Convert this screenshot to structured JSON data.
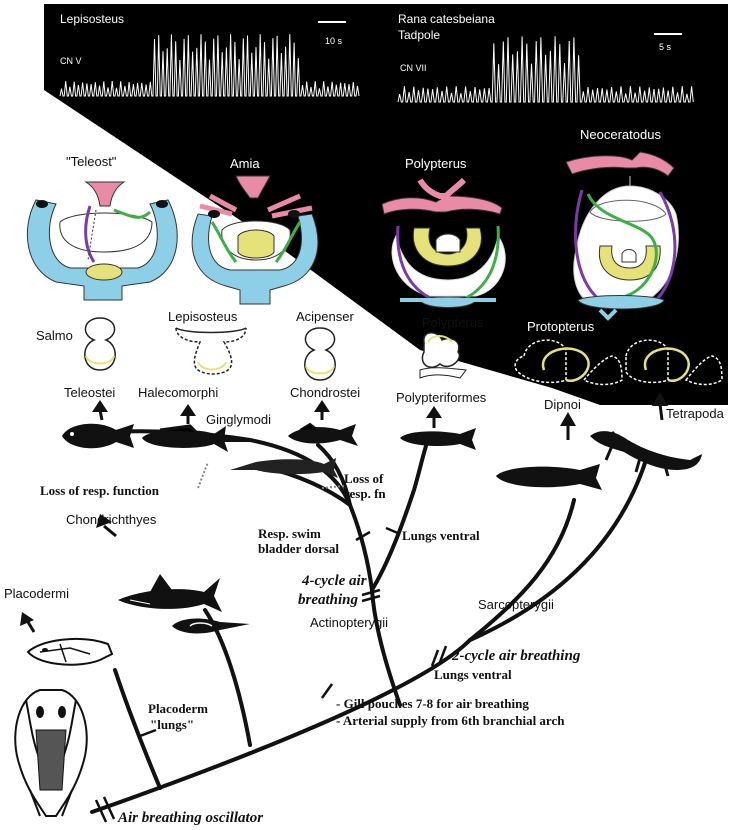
{
  "traces": {
    "left_title": "Lepisosteus",
    "left_nerve": "CN V",
    "left_scale": "10 s",
    "right_title_1": "Rana catesbeiana",
    "right_title_2": "Tadpole",
    "right_nerve": "CN VII",
    "right_scale": "5 s"
  },
  "hearts": {
    "teleost": "\"Teleost\"",
    "amia": "Amia",
    "polypterus": "Polypterus",
    "neoceratodus": "Neoceratodus"
  },
  "lungs": {
    "salmo": "Salmo",
    "lepisosteus": "Lepisosteus",
    "acipenser": "Acipenser",
    "polypterus": "Polypterus",
    "protopterus": "Protopterus"
  },
  "taxa": {
    "teleostei": "Teleostei",
    "halecomorphi": "Halecomorphi",
    "ginglymodi": "Ginglymodi",
    "chondrostei": "Chondrostei",
    "polypteriformes": "Polypteriformes",
    "dipnoi": "Dipnoi",
    "tetrapoda": "Tetrapoda",
    "chondrichthyes": "Chondrichthyes",
    "placodermi": "Placodermi",
    "actinopterygii": "Actinopterygii",
    "sarcopterygii": "Sarcopterygii"
  },
  "events": {
    "loss_resp_function": "Loss of resp. function",
    "loss_of": "Loss of",
    "resp_fn": "resp. fn",
    "resp_swim": "Resp. swim",
    "bladder_dorsal": "bladder dorsal",
    "lungs_ventral_1": "Lungs ventral",
    "four_cycle_1": "4-cycle air",
    "four_cycle_2": "breathing",
    "two_cycle": "2-cycle air breathing",
    "lungs_ventral_2": "Lungs ventral",
    "gill_pouches": "- Gill pouches 7-8 for air breathing",
    "arterial": "- Arterial supply from 6th branchial arch",
    "placoderm_1": "Placoderm",
    "placoderm_2": "\"lungs\"",
    "oscillator": "Air breathing oscillator"
  },
  "colors": {
    "background_dark": "#000000",
    "heart_blue": "#8ecfe8",
    "heart_pink": "#e98aa6",
    "lung_yellow": "#e6e27a",
    "vessel_green": "#3dae4a",
    "vessel_purple": "#7a3aa8"
  }
}
